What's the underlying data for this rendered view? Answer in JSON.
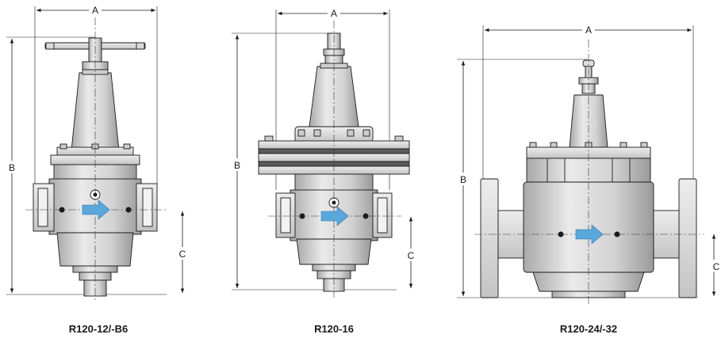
{
  "colors": {
    "body_light": "#e4e4e4",
    "body_mid": "#c8c8c8",
    "body_dark": "#9e9e9e",
    "flow_arrow": "#5aa7dc",
    "line": "#1a1a1a"
  },
  "dimension_labels": {
    "width": "A",
    "height": "B",
    "port_height": "C"
  },
  "models": [
    {
      "caption": "R120-12/-B6"
    },
    {
      "caption": "R120-16"
    },
    {
      "caption": "R120-24/-32"
    }
  ]
}
